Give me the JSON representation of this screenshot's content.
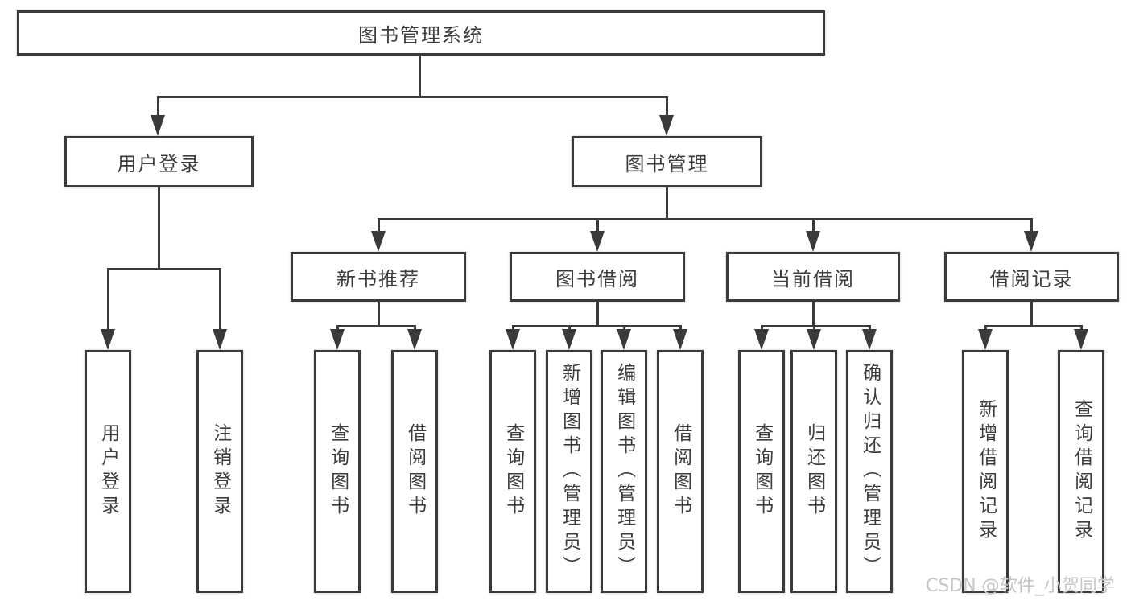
{
  "root": {
    "label": "图书管理系统"
  },
  "level2": [
    {
      "label": "用户登录"
    },
    {
      "label": "图书管理"
    }
  ],
  "level3": [
    {
      "label": "新书推荐"
    },
    {
      "label": "图书借阅"
    },
    {
      "label": "当前借阅"
    },
    {
      "label": "借阅记录"
    }
  ],
  "leaves": [
    {
      "label": "用户登录"
    },
    {
      "label": "注销登录"
    },
    {
      "label": "查询图书"
    },
    {
      "label": "借阅图书"
    },
    {
      "label": "查询图书"
    },
    {
      "label": "新增图书（管理员）"
    },
    {
      "label": "编辑图书（管理员）"
    },
    {
      "label": "借阅图书"
    },
    {
      "label": "查询图书"
    },
    {
      "label": "归还图书"
    },
    {
      "label": "确认归还（管理员）"
    },
    {
      "label": "新增借阅记录"
    },
    {
      "label": "查询借阅记录"
    }
  ],
  "watermark": {
    "text": "CSDN @软件_小贺同学"
  },
  "colors": {
    "line": "#3a3a3a",
    "text": "#3d3d3d",
    "watermark": "#c6c6c6",
    "background": "#ffffff"
  }
}
